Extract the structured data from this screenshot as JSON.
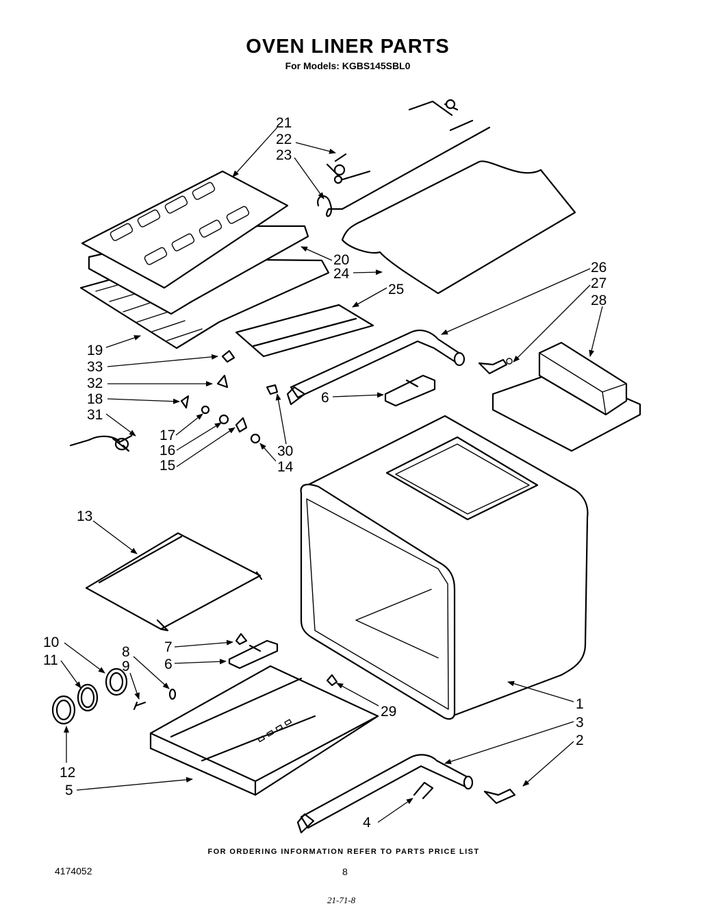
{
  "header": {
    "title": "OVEN  LINER PARTS",
    "subtitle": "For Models: KGBS145SBL0"
  },
  "callouts": [
    "21",
    "22",
    "23",
    "20",
    "24",
    "25",
    "26",
    "27",
    "28",
    "19",
    "33",
    "32",
    "18",
    "31",
    "17",
    "16",
    "15",
    "30",
    "14",
    "6",
    "13",
    "10",
    "11",
    "8",
    "9",
    "7",
    "6",
    "12",
    "5",
    "29",
    "1",
    "3",
    "2",
    "4"
  ],
  "footer": {
    "note": "FOR ORDERING INFORMATION REFER TO PARTS PRICE LIST",
    "doc_number": "4174052",
    "page_number": "8",
    "handwritten": "21-71-8"
  }
}
